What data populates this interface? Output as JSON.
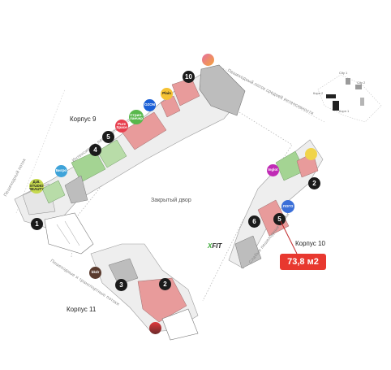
{
  "buildings": [
    {
      "label": "Корпус 9"
    },
    {
      "label": "Корпус 10"
    },
    {
      "label": "Корпус 11"
    }
  ],
  "courtyard": {
    "label": "Закрытый двор"
  },
  "flows": [
    {
      "label": "Интенсивные пешеходные потоки"
    },
    {
      "label": "Пешеходный поток средней интенсивности"
    },
    {
      "label": "Слабые пешеходные потоки"
    },
    {
      "label": "Пешеходные и транспортные потоки"
    },
    {
      "label": "Пешеходный поток"
    }
  ],
  "markers": [
    "1",
    "2",
    "3",
    "4",
    "5",
    "10",
    "2",
    "5",
    "6"
  ],
  "tenants": [
    {
      "label": "Бигро",
      "color": "#3ea3d9"
    },
    {
      "label": "Д.В. STUDIO BEAUTY",
      "color": "#c6d94e"
    },
    {
      "label": "Pure Space",
      "color": "#e73f4e"
    },
    {
      "label": "Стрип-ланчер",
      "color": "#58b84c"
    },
    {
      "label": "OZON",
      "color": "#1a5fd6"
    },
    {
      "label": "Plain",
      "color": "#f5c233"
    },
    {
      "label": "Inglot",
      "color": "#c02bb5"
    },
    {
      "label": "ЛОГО",
      "color": "#3b6fd8"
    },
    {
      "label": "bkdr",
      "color": "#5a3b2e"
    }
  ],
  "fitness": {
    "brand": "X",
    "rest": "FIT"
  },
  "selected_area": {
    "label": "73,8 м2",
    "color": "#e8382f"
  },
  "minimap": {
    "labels": [
      "City 1",
      "City 2",
      "Корп 1",
      "Корп 2"
    ]
  }
}
